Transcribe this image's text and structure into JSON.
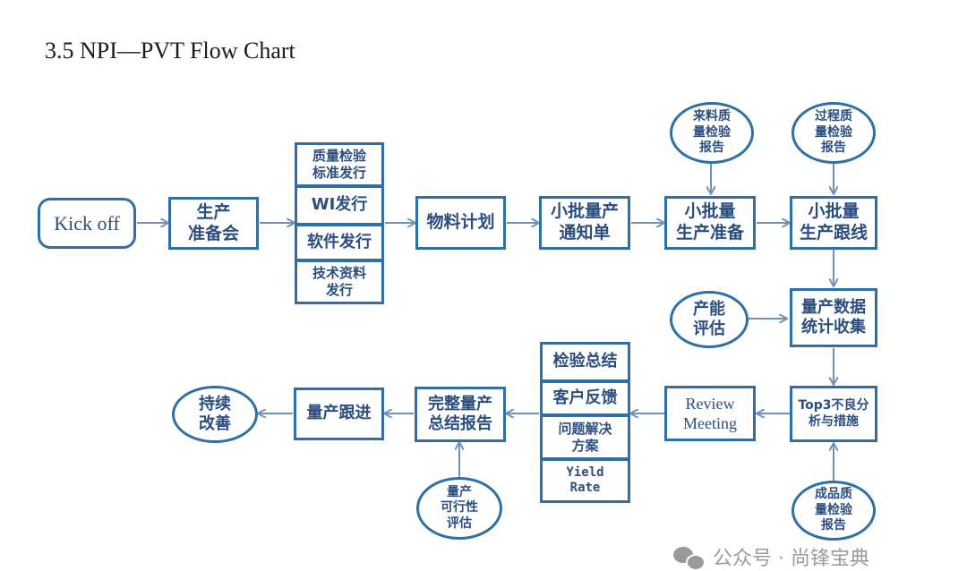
{
  "title": "3.5  NPI—PVT Flow Chart",
  "nodes": {
    "kickoff": "Kick off",
    "prep_meeting": "生产\n准备会",
    "quality_std": "质量检验\n标准发行",
    "wi_release": "WI发行",
    "software_release": "软件发行",
    "tech_docs": "技术资料\n发行",
    "material_plan": "物料计划",
    "small_batch_notice": "小批量产\n通知单",
    "small_batch_prep": "小批量\n生产准备",
    "small_batch_tracking": "小批量\n生产跟线",
    "incoming_report": "来料质\n量检验\n报告",
    "process_report": "过程质\n量检验\n报告",
    "mass_data": "量产数据\n统计收集",
    "capacity_eval": "产能\n评估",
    "top3": "Top3不良分\n析与措施",
    "finished_report": "成品质\n量检验\n报告",
    "review_meeting": "Review\nMeeting",
    "inspection_summary": "检验总结",
    "customer_feedback": "客户反馈",
    "problem_solution": "问题解决\n方案",
    "yield_rate": "Yield\nRate",
    "full_report": "完整量产\n总结报告",
    "feasibility": "量产\n可行性\n评估",
    "mass_followup": "量产跟进",
    "continuous_improvement": "持续\n改善"
  },
  "watermark": "公众号 · 尚锋宝典",
  "colors": {
    "border": "#2f6fa8",
    "text": "#2b4e7e",
    "arrow": "#6f93b8"
  }
}
